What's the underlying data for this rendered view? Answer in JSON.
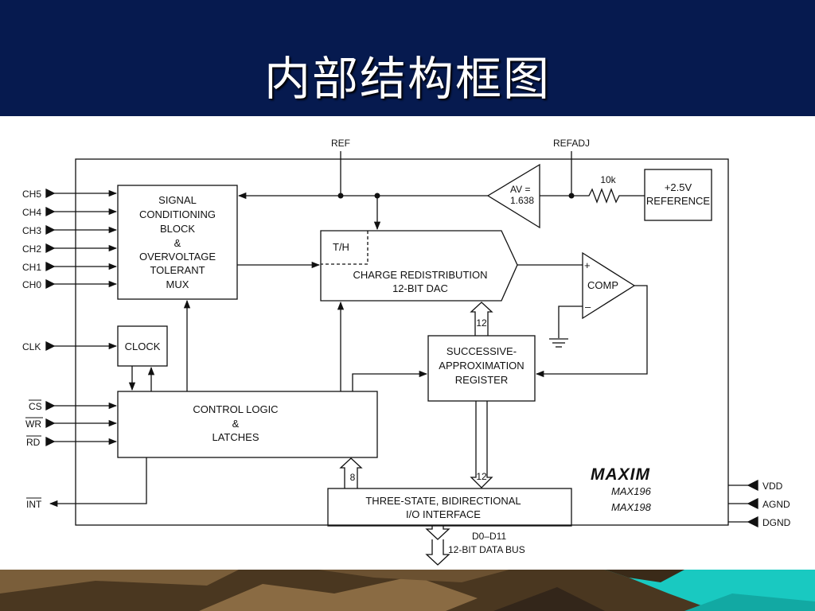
{
  "slide": {
    "title": "内部结构框图"
  },
  "diagram": {
    "pins_left": [
      "CH5",
      "CH4",
      "CH3",
      "CH2",
      "CH1",
      "CH0",
      "CLK",
      "CS",
      "WR",
      "RD",
      "INT"
    ],
    "pins_right": [
      "VDD",
      "AGND",
      "DGND"
    ],
    "ref_label": "REF",
    "refadj_label": "REFADJ",
    "resistor_label": "10k",
    "amp_label": "AV =",
    "amp_gain": "1.638",
    "reference_block": [
      "+2.5V",
      "REFERENCE"
    ],
    "signal_block": [
      "SIGNAL",
      "CONDITIONING",
      "BLOCK",
      "&",
      "OVERVOLTAGE",
      "TOLERANT",
      "MUX"
    ],
    "th_label": "T/H",
    "dac_block": [
      "CHARGE REDISTRIBUTION",
      "12-BIT DAC"
    ],
    "comp_label": "COMP",
    "comp_plus": "+",
    "comp_minus": "–",
    "bus_width_dac": "12",
    "sar_block": [
      "SUCCESSIVE-",
      "APPROXIMATION",
      "REGISTER"
    ],
    "clock_block": "CLOCK",
    "control_block": [
      "CONTROL LOGIC",
      "&",
      "LATCHES"
    ],
    "bus_width_control": "8",
    "bus_width_io": "12",
    "io_block": [
      "THREE-STATE, BIDIRECTIONAL",
      "I/O INTERFACE"
    ],
    "data_bus": [
      "D0–D11",
      "12-BIT DATA BUS"
    ],
    "brand": "MAXIM",
    "parts": [
      "MAX196",
      "MAX198"
    ]
  },
  "colors": {
    "header_bg": "#061a4f",
    "title_text": "#ffffff",
    "footer_brown": "#5a4327",
    "footer_teal": "#19c9c1"
  }
}
